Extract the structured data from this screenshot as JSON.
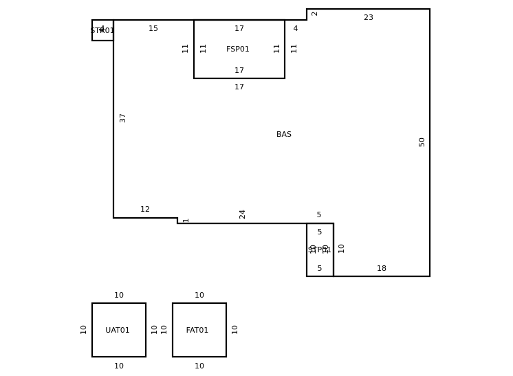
{
  "diagram": {
    "areas": [
      {
        "id": "bas",
        "label": "BAS",
        "dimensions": [
          "15",
          "4",
          "2",
          "23",
          "50",
          "18",
          "10",
          "5",
          "24",
          "1",
          "12",
          "37"
        ]
      },
      {
        "id": "fsp01",
        "label": "FSP01",
        "dimensions": [
          "17",
          "11",
          "17",
          "11"
        ],
        "outer_dimensions": [
          "17",
          "11",
          "17",
          "11"
        ]
      },
      {
        "id": "stp01",
        "label": "STP01",
        "dimensions": [
          "5",
          "10",
          "5",
          "10"
        ],
        "outer_dimensions": [
          "5"
        ]
      },
      {
        "id": "str01",
        "label": "STR01",
        "dimensions": [
          "4",
          "4"
        ]
      },
      {
        "id": "uat01",
        "label": "UAT01",
        "dimensions": [
          "10",
          "10",
          "10",
          "10"
        ]
      },
      {
        "id": "fat01",
        "label": "FAT01",
        "dimensions": [
          "10",
          "10",
          "10",
          "10"
        ]
      }
    ]
  }
}
